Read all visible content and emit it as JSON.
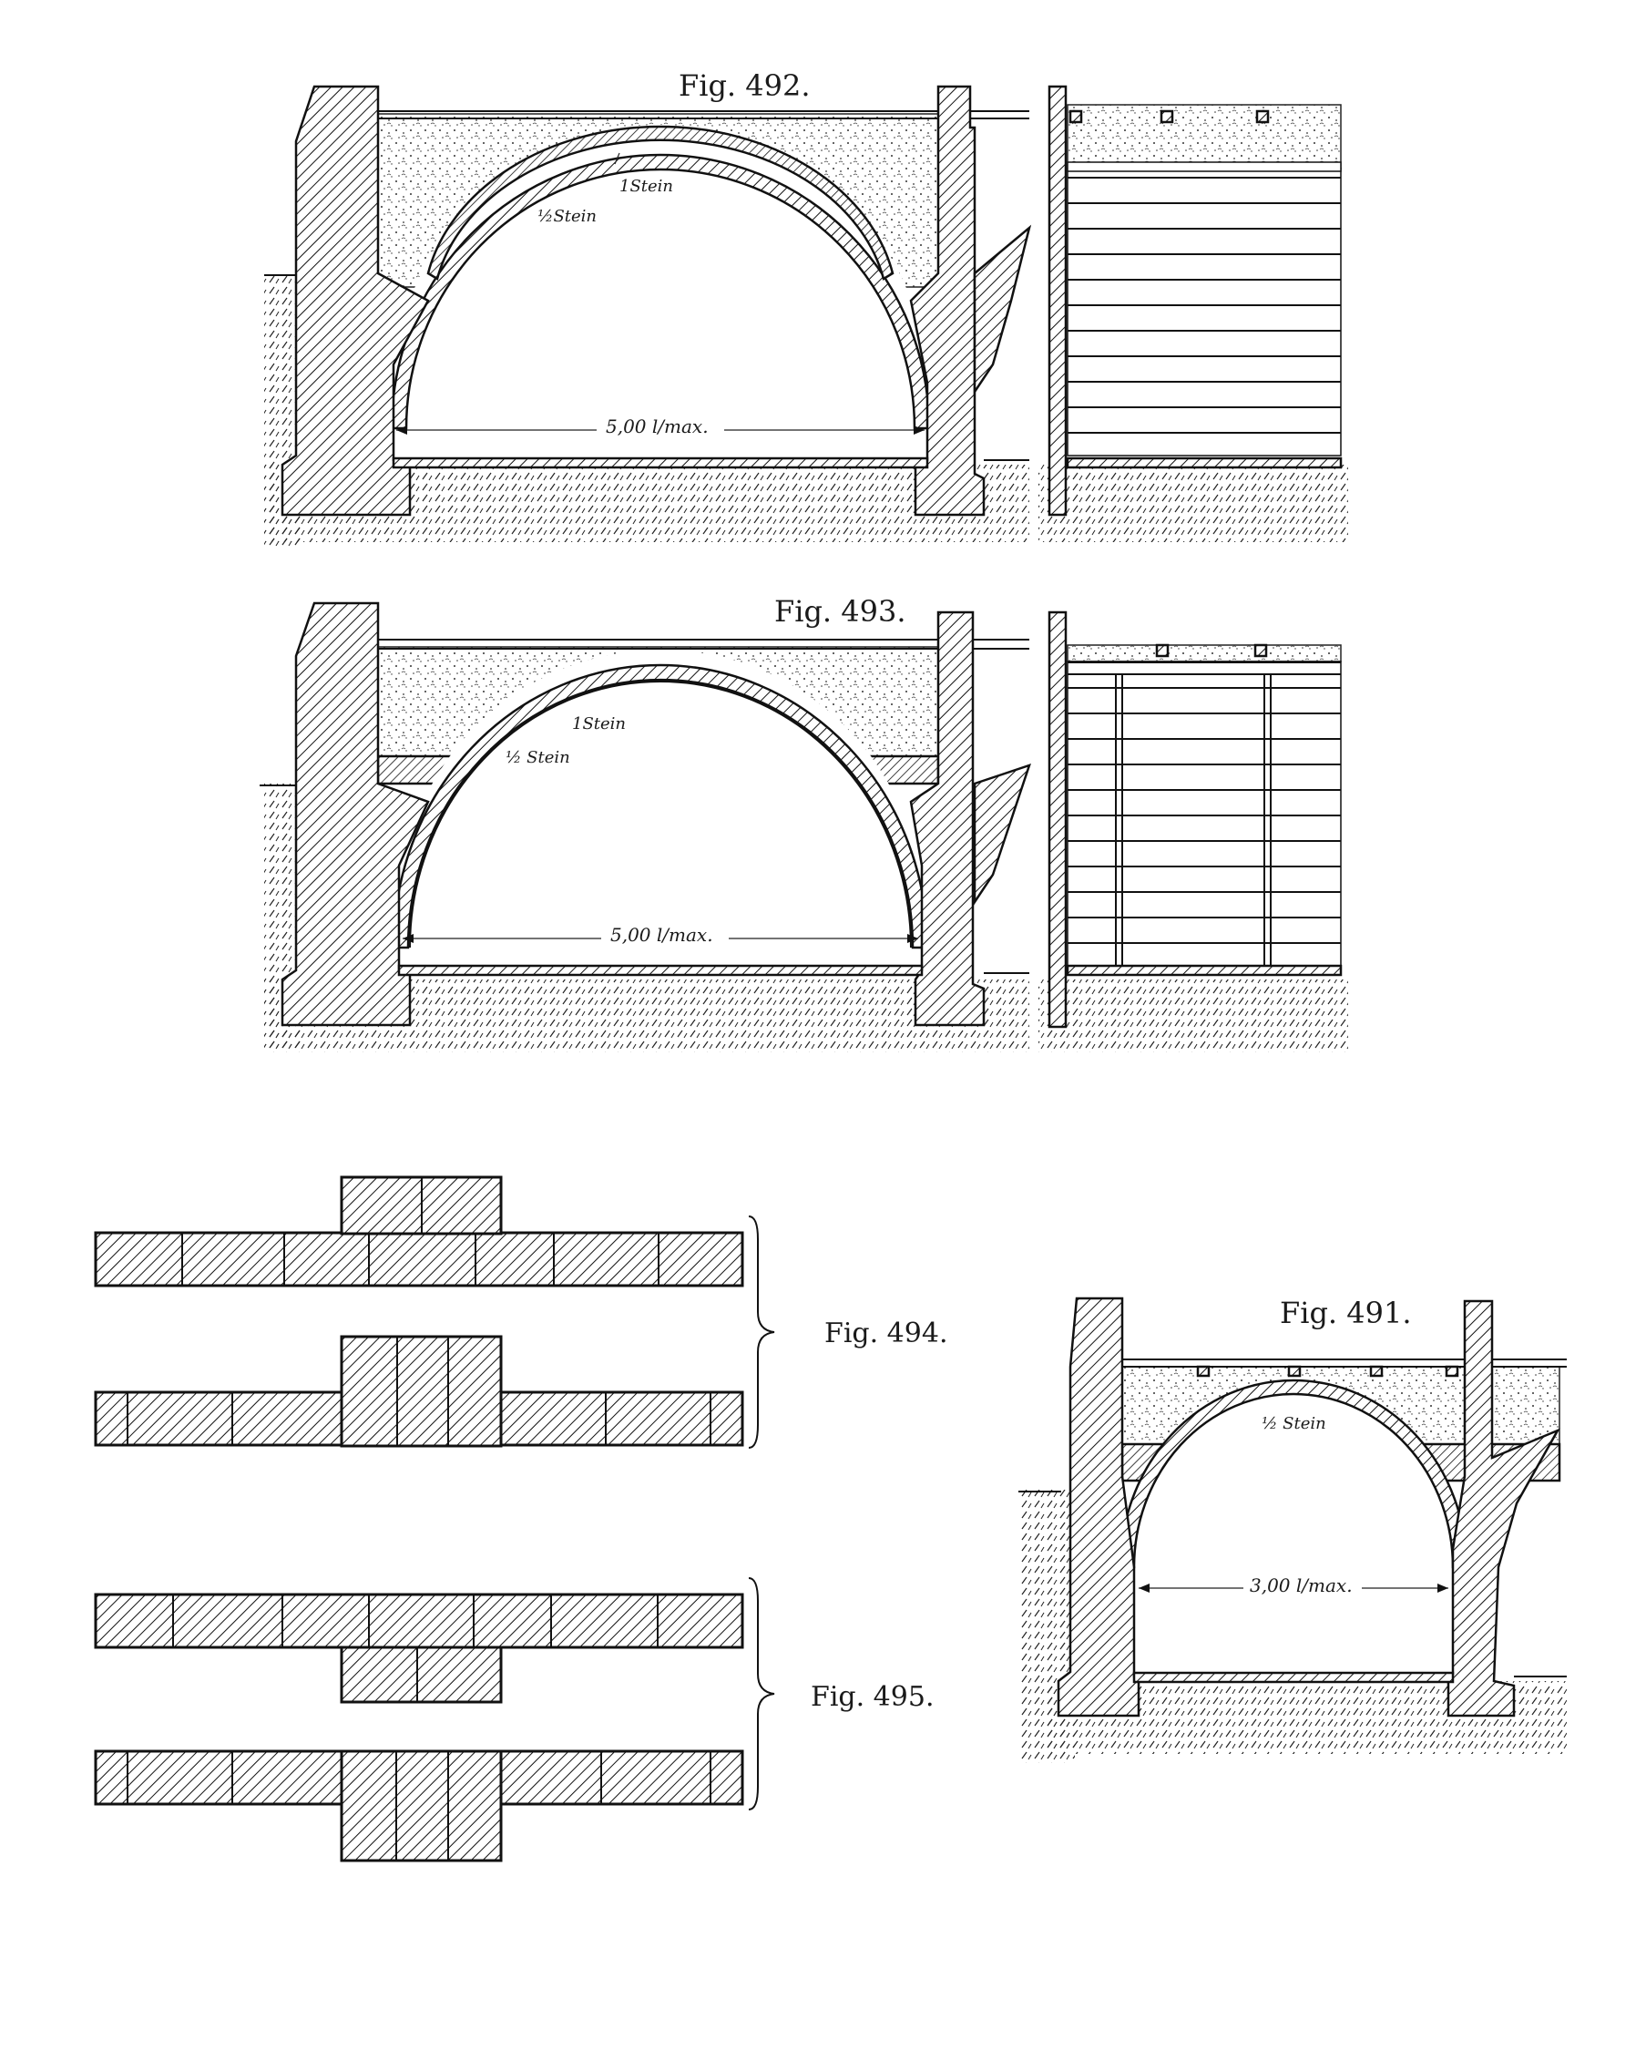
{
  "figures": {
    "fig492": {
      "title": "Fig. 492.",
      "label_one_stone": "1Stein",
      "label_half_stone": "½Stein",
      "span": "5,00 l/max."
    },
    "fig493": {
      "title": "Fig. 493.",
      "label_one_stone": "1Stein",
      "label_half_stone": "½ Stein",
      "span": "5,00 l/max."
    },
    "fig494": {
      "title": "Fig. 494."
    },
    "fig495": {
      "title": "Fig. 495."
    },
    "fig491": {
      "title": "Fig. 491.",
      "label_half_stone": "½ Stein",
      "span": "3,00 l/max."
    }
  }
}
